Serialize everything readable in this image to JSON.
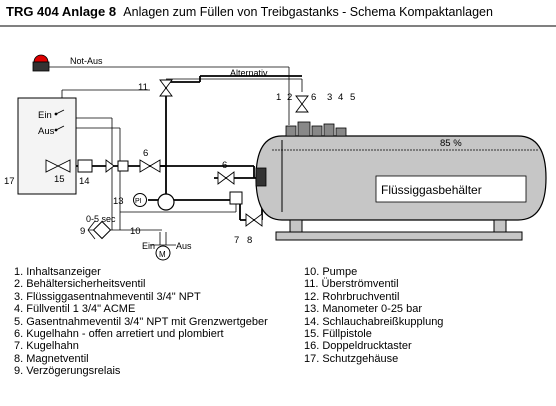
{
  "header": {
    "title_bold": "TRG 404 Anlage 8",
    "title_rest": "Anlagen zum Füllen von Treibgastanks  -  Schema Kompaktanlagen"
  },
  "diagram": {
    "labels": {
      "not_aus": "Not-Aus",
      "alternativ": "Alternativ",
      "ein": "Ein",
      "aus": "Aus",
      "n1": "1",
      "n2": "2",
      "n3": "3",
      "n4": "4",
      "n5": "5",
      "n6": "6",
      "n6_left": "6",
      "n6_mid": "6",
      "n7": "7",
      "n8": "8",
      "n9": "9",
      "n10": "10",
      "n11": "11",
      "n13": "13",
      "n14": "14",
      "n15": "15",
      "n17": "17",
      "delay": "0-5 sec",
      "pi": "PI",
      "motor": "M",
      "pump_ein": "Ein",
      "pump_aus": "Aus",
      "fill_level": "85 %",
      "tank_label": "Flüssiggasbehälter"
    }
  },
  "legend": {
    "left": [
      "1. Inhaltsanzeiger",
      "2. Behältersicherheitsventil",
      "3. Flüssiggasentnahmeventil 3/4\" NPT",
      "4. Füllventil 1 3/4\" ACME",
      "5. Gasentnahmeventil 3/4\" NPT mit Grenzwertgeber",
      "6. Kugelhahn - offen arretiert und plombiert",
      "7. Kugelhahn",
      "8. Magnetventil",
      "9. Verzögerungsrelais"
    ],
    "right": [
      "10. Pumpe",
      "11. Überströmventil",
      "12. Rohrbruchventil",
      "13. Manometer 0-25 bar",
      "14.  Schlauchabreißkupplung",
      "15. Füllpistole",
      "16. Doppeldrucktaster",
      "17. Schutzgehäuse"
    ]
  }
}
